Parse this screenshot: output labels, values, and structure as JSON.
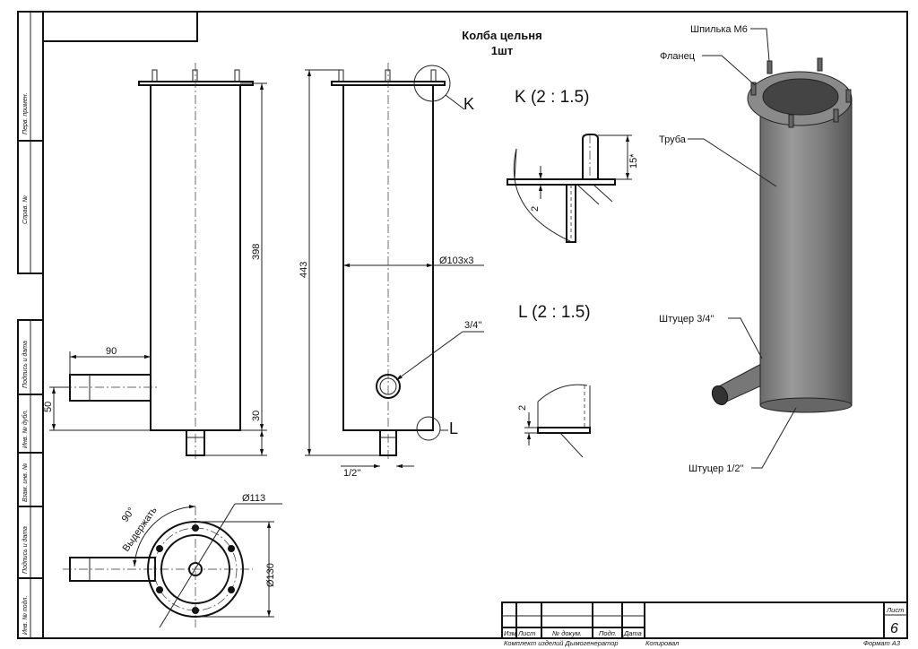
{
  "sheet": {
    "title": "Колба цельня",
    "quantity": "1шт",
    "side_stamps": [
      "Перв. примен.",
      "Справ. №",
      "Подпись и дата",
      "Инв. № дубл.",
      "Взам. инв. №",
      "Подпись и дата",
      "Инв. № подл."
    ],
    "title_block": {
      "headers": [
        "Изм",
        "Лист",
        "№ докум.",
        "Подп.",
        "Дата"
      ],
      "sheet_label": "Лист",
      "sheet_number": "6",
      "project": "Комплект изделий Дымогенератор",
      "copied": "Копировал",
      "format": "Формат А3"
    }
  },
  "dimensions": {
    "height_398": "398",
    "bottom_30": "30",
    "pipe_90": "90",
    "pipe_50": "50",
    "height_443": "443",
    "diameter_tube": "Ø103x3",
    "fitting_34": "3/4''",
    "fitting_12": "1/2''",
    "diameter_113": "Ø113",
    "diameter_130": "Ø130",
    "angle": "90°",
    "angle_note": "Выдержать",
    "k_15": "15*",
    "k_2": "2",
    "l_2": "2"
  },
  "callouts": {
    "k": "K",
    "l": "L"
  },
  "details": {
    "k_title": "K (2 : 1.5)",
    "l_title": "L (2 : 1.5)"
  },
  "iso_labels": {
    "stud": "Шпилька М6",
    "flange": "Фланец",
    "tube": "Труба",
    "fitting_34": "Штуцер 3/4''",
    "fitting_12": "Штуцер 1/2''"
  }
}
